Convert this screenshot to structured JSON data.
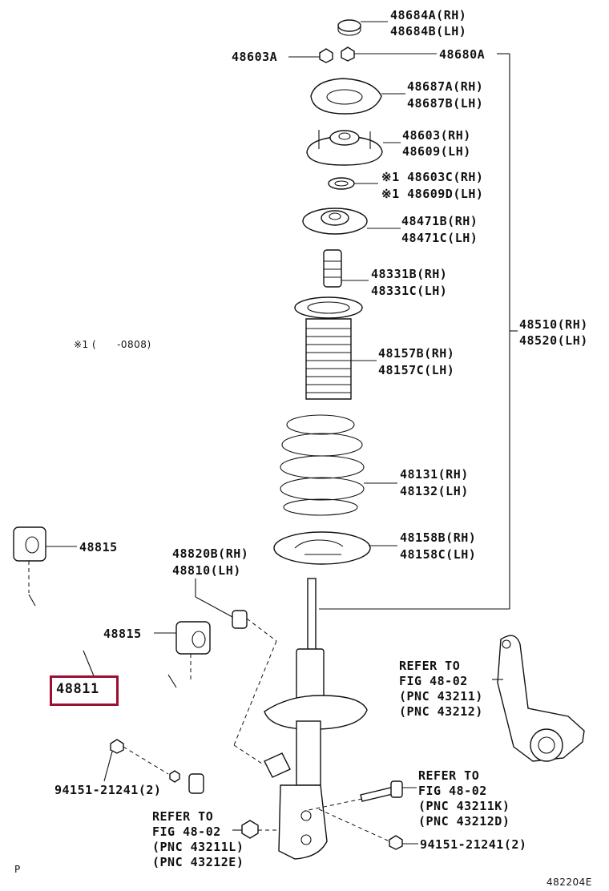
{
  "note": "※1 (      -0808)",
  "corner_left": "P",
  "diagram_code": "482204E",
  "labels": {
    "p48684": [
      "48684A(RH)",
      "48684B(LH)"
    ],
    "p48603A": "48603A",
    "p48680A": "48680A",
    "p48687": [
      "48687A(RH)",
      "48687B(LH)"
    ],
    "p48603": [
      "48603(RH)",
      "48609(LH)"
    ],
    "p48603C": [
      "※1 48603C(RH)",
      "※1 48609D(LH)"
    ],
    "p48471": [
      "48471B(RH)",
      "48471C(LH)"
    ],
    "p48331": [
      "48331B(RH)",
      "48331C(LH)"
    ],
    "p48510": [
      "48510(RH)",
      "48520(LH)"
    ],
    "p48157": [
      "48157B(RH)",
      "48157C(LH)"
    ],
    "p48131": [
      "48131(RH)",
      "48132(LH)"
    ],
    "p48158": [
      "48158B(RH)",
      "48158C(LH)"
    ],
    "p48815_top": "48815",
    "p48820": [
      "48820B(RH)",
      "48810(LH)"
    ],
    "p48815_mid": "48815",
    "p48811": "48811",
    "ref_knuckle": [
      "REFER TO",
      "FIG 48-02",
      "(PNC 43211)",
      "(PNC 43212)"
    ],
    "ref_bolt": [
      "REFER TO",
      "FIG 48-02",
      "(PNC 43211K)",
      "(PNC 43212D)"
    ],
    "ref_nut": [
      "REFER TO",
      "FIG 48-02",
      "(PNC 43211L)",
      "(PNC 43212E)"
    ],
    "p94151_left": "94151-21241(2)",
    "p94151_right": "94151-21241(2)"
  },
  "colors": {
    "highlight": "#9b1030",
    "ink": "#111111"
  }
}
